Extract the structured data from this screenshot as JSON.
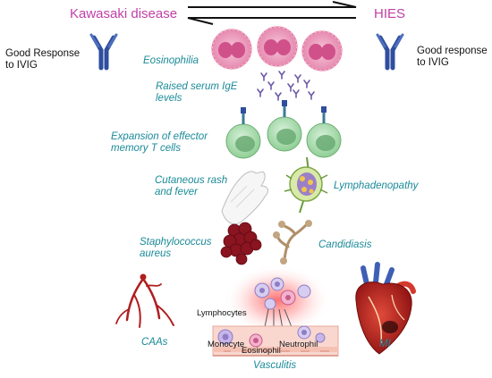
{
  "header": {
    "left_title": "Kawasaki disease",
    "right_title": "HIES"
  },
  "ivig": {
    "left": "Good Response\nto IVIG",
    "right": "Good response\nto IVIG"
  },
  "features": {
    "eosinophilia": "Eosinophilia",
    "ige": "Raised serum IgE\nlevels",
    "t_cells": "Expansion of  effector\nmemory T cells",
    "rash": "Cutaneous rash\nand fever",
    "lymphadenopathy": "Lymphadenopathy",
    "staph": "Staphylococcus\naureus",
    "candidiasis": "Candidiasis"
  },
  "bottom": {
    "caas": "CAAs",
    "mi": "MI",
    "vasculitis": "Vasculitis",
    "lymphocytes": "Lymphocytes",
    "monocyte": "Monocyte",
    "eosinophil": "Eosinophil",
    "neutrophil": "Neutrophil"
  },
  "colors": {
    "title_magenta": "#c23fa6",
    "label_teal": "#1a8a98",
    "antibody_blue": "#2f4e9e",
    "eosinophil_pink": "#e68ab0",
    "tcell_green": "#a9dcae",
    "bacteria_red": "#8a1420",
    "candida_tan": "#c2a581",
    "heart_red": "#b81d1d"
  },
  "icons": [
    "equilibrium-arrows-icon",
    "antibody-icon",
    "eosinophil-cell-icon",
    "ige-molecules-icon",
    "t-cell-icon",
    "rash-hand-icon",
    "lymph-node-icon",
    "staphylococcus-icon",
    "candida-icon",
    "coronary-arteries-icon",
    "heart-icon",
    "vessel-wall-icon"
  ]
}
